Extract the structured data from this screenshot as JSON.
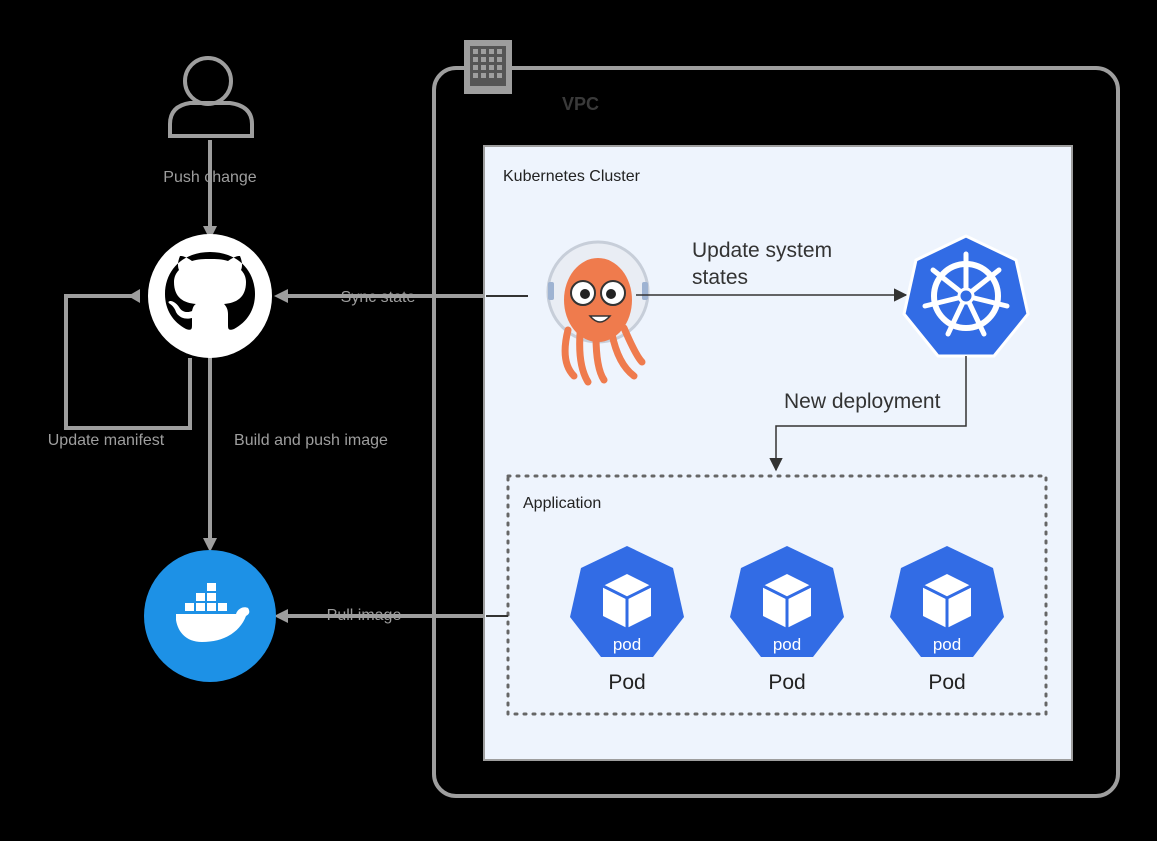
{
  "diagram": {
    "vpc_label": "VPC",
    "cluster_label": "Kubernetes Cluster",
    "application_label": "Application",
    "edges": {
      "push_change": "Push change",
      "sync_state": "Sync state",
      "update_manifest": "Update manifest",
      "build_push_image": "Build and push image",
      "pull_image": "Pull image",
      "update_states_line1": "Update system",
      "update_states_line2": "states",
      "new_deployment": "New deployment"
    },
    "pods": [
      {
        "badge": "pod",
        "label": "Pod"
      },
      {
        "badge": "pod",
        "label": "Pod"
      },
      {
        "badge": "pod",
        "label": "Pod"
      }
    ],
    "icons": [
      "user-icon",
      "github-icon",
      "docker-icon",
      "argo-cd-icon",
      "kubernetes-icon",
      "building-icon",
      "pod-cube-icon"
    ]
  },
  "colors": {
    "background": "#000000",
    "line_gray": "#9e9e9e",
    "cluster_fill": "#eef4fd",
    "k8s_blue": "#326ce5",
    "docker_blue": "#1d91e6",
    "argo_orange": "#ef7b4d",
    "label_dark": "#333333"
  }
}
